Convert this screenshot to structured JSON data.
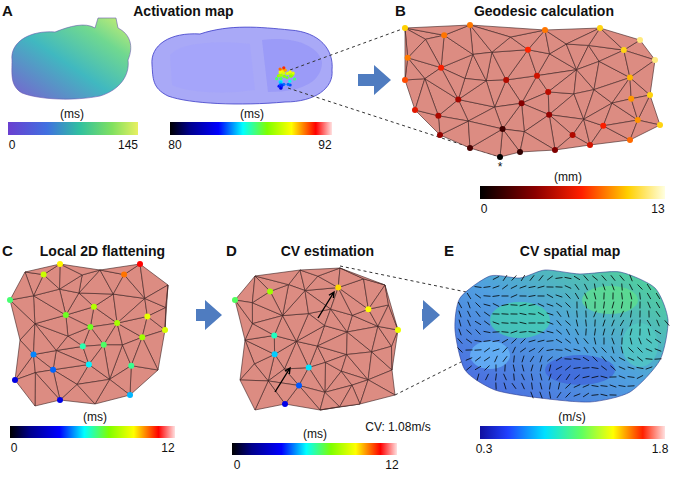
{
  "diagram": {
    "nodes": [
      {
        "text": [
          "A",
          "Activation map"
        ]
      },
      {
        "text": [
          "B",
          "Geodesic calculation"
        ]
      },
      {
        "text": [
          "C",
          "Local 2D flattening"
        ]
      },
      {
        "text": [
          "D",
          "CV estimation"
        ]
      },
      {
        "text": [
          "E",
          "CV spatial map"
        ]
      }
    ],
    "edges": [
      {
        "from": 0,
        "to": 1,
        "arrow": "to"
      },
      {
        "from": 2,
        "to": 3,
        "arrow": "to"
      },
      {
        "from": 3,
        "to": 4,
        "arrow": "to"
      }
    ],
    "labels": [
      "(ms)",
      "0",
      "145",
      "(ms)",
      "80",
      "92",
      "*",
      "(mm)",
      "0",
      "13",
      "(ms)",
      "0",
      "12",
      "(ms)",
      "0",
      "12",
      "CV: 1.08m/s",
      "(m/s)",
      "0.3",
      "1.8"
    ]
  }
}
